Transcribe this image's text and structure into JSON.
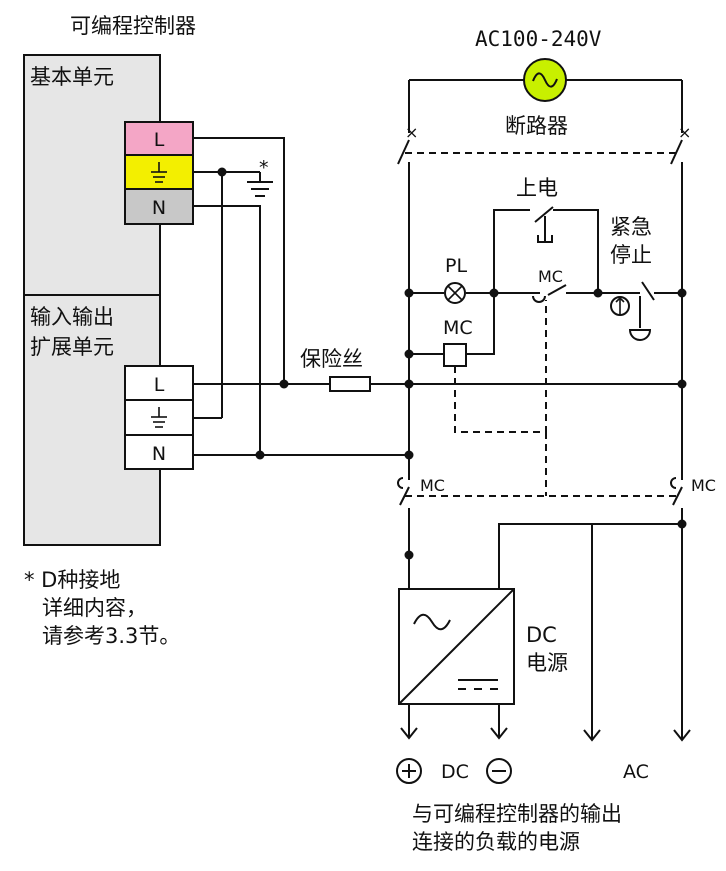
{
  "colors": {
    "unit_fill": "#e6e6e6",
    "terminal_L": "#f4a6c6",
    "terminal_ground": "#f3ef00",
    "terminal_N": "#c8c8c8",
    "ac_source_fill": "#c8f000",
    "line": "#111111"
  },
  "controller": {
    "title": "可编程控制器",
    "base_unit": "基本单元",
    "io_unit_line1": "输入输出",
    "io_unit_line2": "扩展单元",
    "terminal_L": "L",
    "terminal_N": "N",
    "ground_icon": "ground-icon"
  },
  "ground_note": {
    "marker": "*",
    "line1": "* D种接地",
    "line2": "详细内容，",
    "line3": "请参考3.3节。"
  },
  "power": {
    "source_label": "AC100-240V",
    "breaker_label": "断路器",
    "fuse_label": "保险丝",
    "power_on_label": "上电",
    "emergency_line1": "紧急",
    "emergency_line2": "停止",
    "pilot_lamp_label": "PL",
    "mc_label": "MC",
    "dc_supply_line1": "DC",
    "dc_supply_line2": "电源",
    "dc_output_label": "DC",
    "ac_output_label": "AC",
    "plus_icon": "plus-terminal-icon",
    "minus_icon": "minus-terminal-icon"
  },
  "footer": {
    "line1": "与可编程控制器的输出",
    "line2": "连接的负载的电源"
  }
}
